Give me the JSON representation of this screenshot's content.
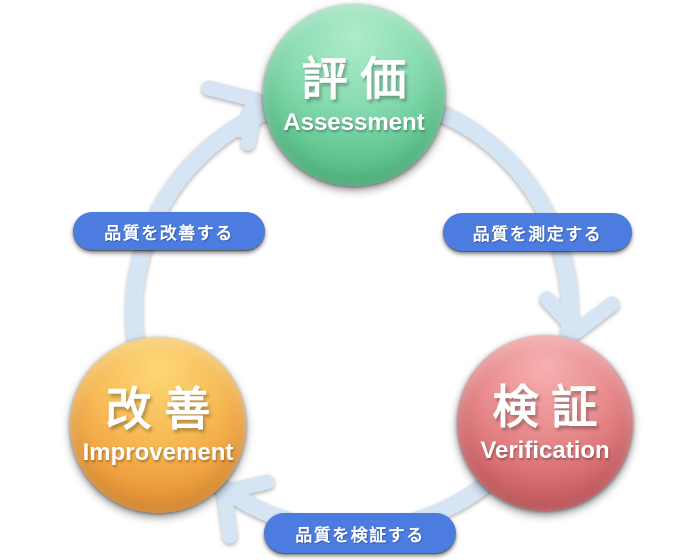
{
  "diagram": {
    "type": "cycle",
    "direction": "clockwise",
    "nodes": [
      {
        "id": "assessment",
        "ja": "評価",
        "en": "Assessment",
        "position": "top",
        "color": "#63C792"
      },
      {
        "id": "verification",
        "ja": "検証",
        "en": "Verification",
        "position": "bottom-right",
        "color": "#D4696D"
      },
      {
        "id": "improvement",
        "ja": "改善",
        "en": "Improvement",
        "position": "bottom-left",
        "color": "#EE9E3D"
      }
    ],
    "edges": [
      {
        "from": "improvement",
        "to": "assessment",
        "label": "品質を改善する",
        "position": "left"
      },
      {
        "from": "assessment",
        "to": "verification",
        "label": "品質を測定する",
        "position": "right"
      },
      {
        "from": "verification",
        "to": "improvement",
        "label": "品質を検証する",
        "position": "bottom"
      }
    ],
    "colors": {
      "arrow": "#D6E5F4",
      "pill_background": "#4C7CDF",
      "pill_text": "#FFFFFF",
      "node_text": "#FFFFFF",
      "background": "#FFFFFF"
    }
  }
}
